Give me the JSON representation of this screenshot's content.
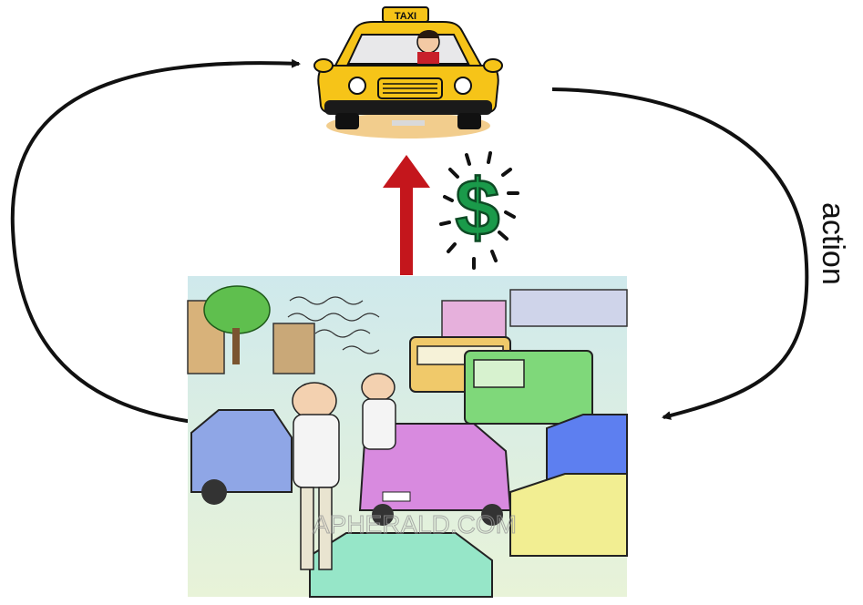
{
  "cycle": {
    "action_label": "action"
  },
  "agent": {
    "icon": "taxi-icon",
    "sign_text": "TAXI"
  },
  "reward": {
    "icon": "dollar-icon",
    "symbol": "$",
    "color": "#1a9a4a",
    "arrow_color": "#c4161c"
  },
  "environment": {
    "icon": "traffic-jam-cartoon",
    "watermark": "APHERALD.COM"
  }
}
